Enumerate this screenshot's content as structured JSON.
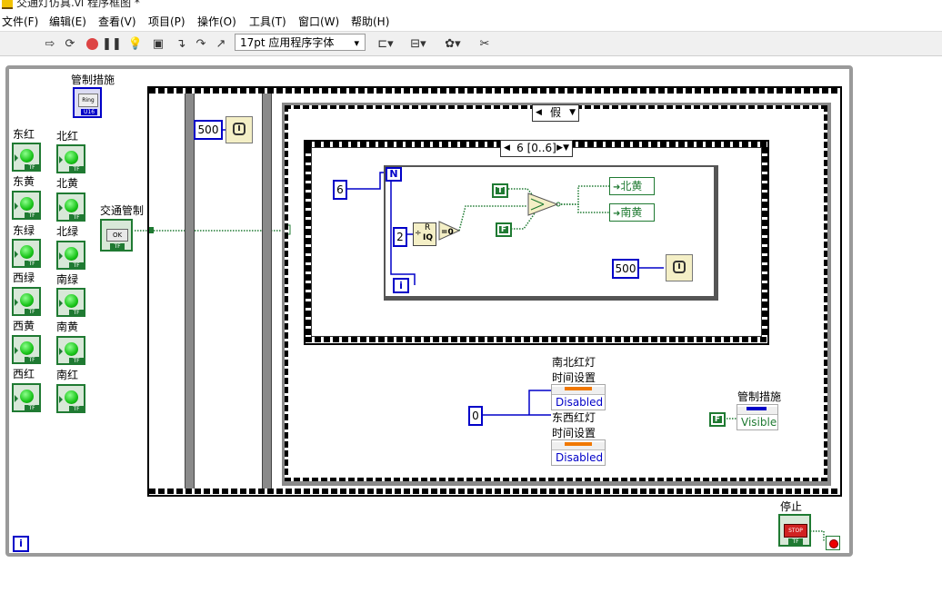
{
  "window": {
    "title": "交通灯仿真.vi 程序框图 *"
  },
  "menu": [
    "文件(F)",
    "编辑(E)",
    "查看(V)",
    "项目(P)",
    "操作(O)",
    "工具(T)",
    "窗口(W)",
    "帮助(H)"
  ],
  "toolbar": {
    "font": "17pt 应用程序字体"
  },
  "front_terminals": {
    "ring_label": "管制措施",
    "ring_text": "Ring",
    "ring_sub": "U16",
    "traffic_label": "交通管制",
    "ok_text": "OK",
    "stop_label": "停止",
    "stop_text": "STOP",
    "tf": "TF",
    "iter": "i"
  },
  "leds_left": [
    "东红",
    "东黄",
    "东绿",
    "西绿",
    "西黄",
    "西红"
  ],
  "leds_right": [
    "北红",
    "北黄",
    "北绿",
    "南绿",
    "南黄",
    "南红"
  ],
  "case": {
    "selector": "假"
  },
  "sequence": {
    "selector": "6 [0..6]"
  },
  "constants": {
    "wait_outer": "500",
    "loop_count": "6",
    "divisor": "2",
    "wait_inner": "500",
    "zero": "0",
    "true_c": "T",
    "false_c": "F",
    "false_c2": "F",
    "N": "N",
    "i": "i",
    "div_r": "R",
    "div_iq": "IQ",
    "eq0": "=0"
  },
  "locals": [
    "北黄",
    "南黄"
  ],
  "property_nodes": [
    {
      "label1": "南北红灯",
      "label2": "时间设置",
      "value": "Disabled"
    },
    {
      "label1": "东西红灯",
      "label2": "时间设置",
      "value": "Disabled"
    },
    {
      "label1": "管制措施",
      "label2": "",
      "value": "Visible"
    }
  ],
  "colors": {
    "bool_wire": "#1f7a32",
    "num_wire": "#0000c8",
    "frame_border": "#777777"
  }
}
